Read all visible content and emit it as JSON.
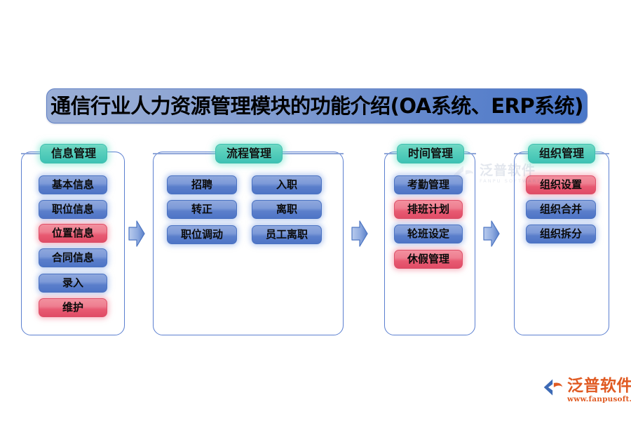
{
  "title": {
    "text": "通信行业人力资源管理模块的功能介绍(OA系统、ERP系统)"
  },
  "columns": [
    {
      "header": "信息管理",
      "layout": "single",
      "items": [
        {
          "label": "基本信息",
          "color": "blue"
        },
        {
          "label": "职位信息",
          "color": "blue"
        },
        {
          "label": "位置信息",
          "color": "red"
        },
        {
          "label": "合同信息",
          "color": "blue"
        },
        {
          "label": "录入",
          "color": "blue"
        },
        {
          "label": "维护",
          "color": "red"
        }
      ]
    },
    {
      "header": "流程管理",
      "layout": "double",
      "items": [
        {
          "label": "招聘",
          "color": "blue"
        },
        {
          "label": "入职",
          "color": "blue"
        },
        {
          "label": "转正",
          "color": "blue"
        },
        {
          "label": "离职",
          "color": "blue"
        },
        {
          "label": "职位调动",
          "color": "blue"
        },
        {
          "label": "员工离职",
          "color": "blue"
        }
      ]
    },
    {
      "header": "时间管理",
      "layout": "single",
      "items": [
        {
          "label": "考勤管理",
          "color": "blue"
        },
        {
          "label": "排班计划",
          "color": "red"
        },
        {
          "label": "轮班设定",
          "color": "blue"
        },
        {
          "label": "休假管理",
          "color": "red"
        }
      ]
    },
    {
      "header": "组织管理",
      "layout": "single",
      "items": [
        {
          "label": "组织设置",
          "color": "red"
        },
        {
          "label": "组织合并",
          "color": "blue"
        },
        {
          "label": "组织拆分",
          "color": "blue"
        }
      ]
    }
  ],
  "arrows": [
    {
      "name": "arrow-info-to-process"
    },
    {
      "name": "arrow-process-to-time"
    },
    {
      "name": "arrow-time-to-org"
    }
  ],
  "watermark": {
    "main": "泛普软件",
    "sub": "FANPU SOFTWARE"
  },
  "brand": {
    "name": "泛普软件",
    "url": "www.fanpusoft.com"
  },
  "colors": {
    "header_badge": "#3ec2b4",
    "item_blue": "#5b7fcb",
    "item_red": "#e85a72",
    "title_bar": "#5b82cb",
    "container_border": "#5b7fd0",
    "brand": "#e05a22"
  }
}
